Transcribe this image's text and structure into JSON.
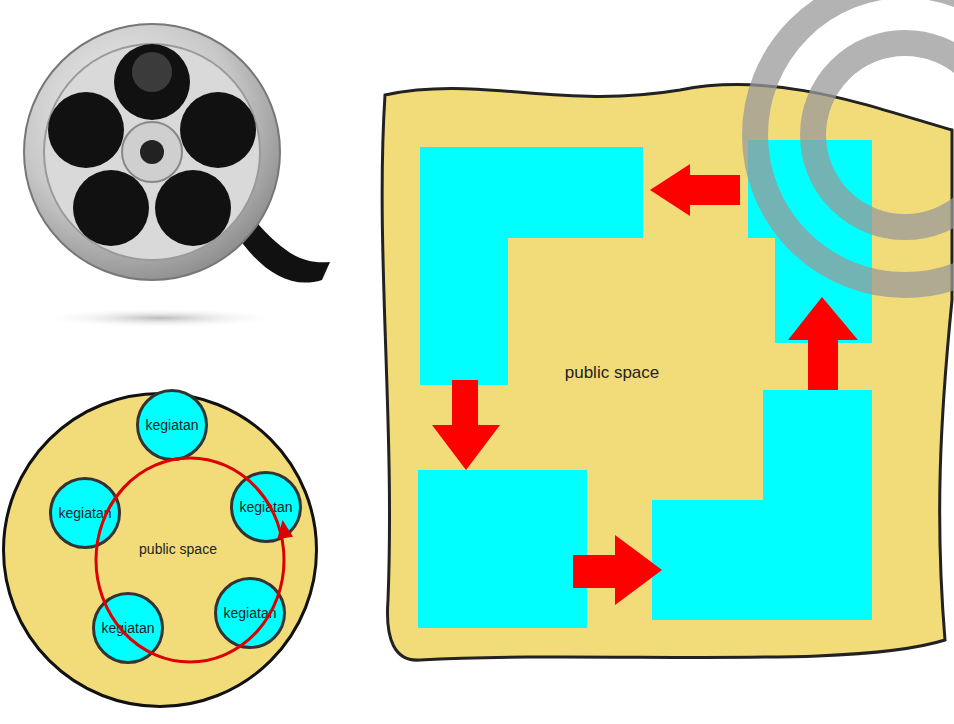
{
  "diagram": {
    "nodes": [
      {
        "text": [
          "public space"
        ]
      },
      {
        "text": [
          "public space"
        ]
      },
      {
        "text": [
          "kegiatan"
        ],
        "in": 1
      },
      {
        "text": [
          "kegiatan"
        ],
        "in": 1
      },
      {
        "text": [
          "kegiatan"
        ],
        "in": 1
      },
      {
        "text": [
          "kegiatan"
        ],
        "in": 1
      },
      {
        "text": [
          "kegiatan"
        ],
        "in": 1
      }
    ]
  }
}
